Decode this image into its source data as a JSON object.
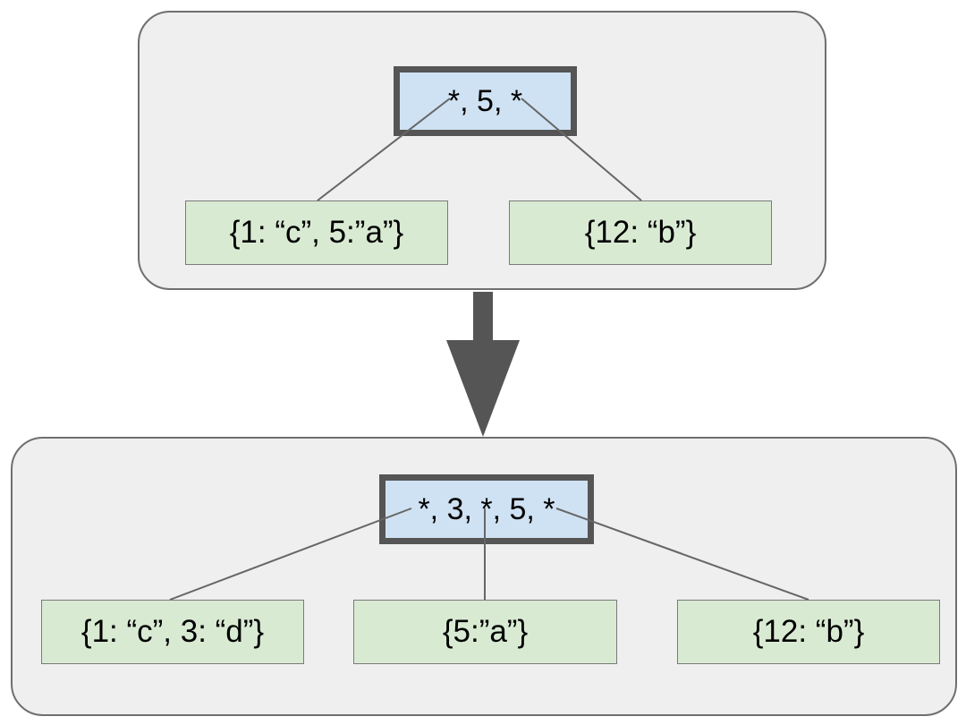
{
  "top_tree": {
    "root_keys": "*, 5, *",
    "leaves": [
      {
        "text": "{1: “c”, 5:”a”}"
      },
      {
        "text": "{12: “b”}"
      }
    ]
  },
  "bottom_tree": {
    "root_keys": "*, 3, *, 5, *",
    "leaves": [
      {
        "text": "{1: “c”, 3: “d”}"
      },
      {
        "text": "{5:”a”}"
      },
      {
        "text": "{12: “b”}"
      }
    ]
  },
  "colors": {
    "panel_bg": "#efefef",
    "internal_node_bg": "#cfe2f3",
    "leaf_bg": "#d9ead3",
    "arrow": "#555555"
  }
}
